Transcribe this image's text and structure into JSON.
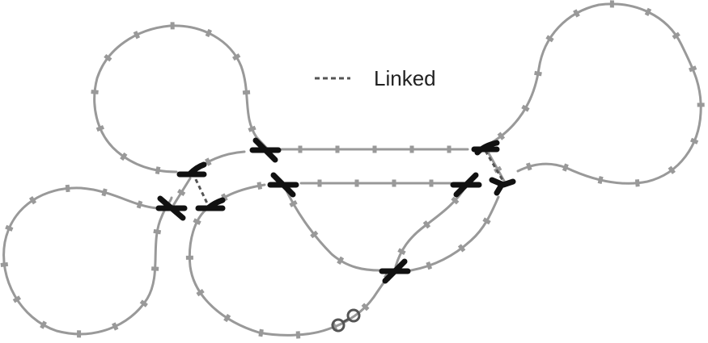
{
  "legend": {
    "label": "Linked",
    "style": "dashed"
  },
  "colors": {
    "track": "#999999",
    "tie": "#999999",
    "switch": "#111111",
    "link": "#555555",
    "uncoupler": "#555555",
    "background": "#ffffff",
    "legend_text": "#222222"
  },
  "elements": {
    "switches": [
      "crossing",
      "crossing",
      "turnout",
      "turnout",
      "crossing",
      "turnout",
      "crossing",
      "turnout",
      "crossing"
    ],
    "links": [
      "link",
      "link"
    ],
    "markers": [
      "uncoupler-marker"
    ]
  }
}
